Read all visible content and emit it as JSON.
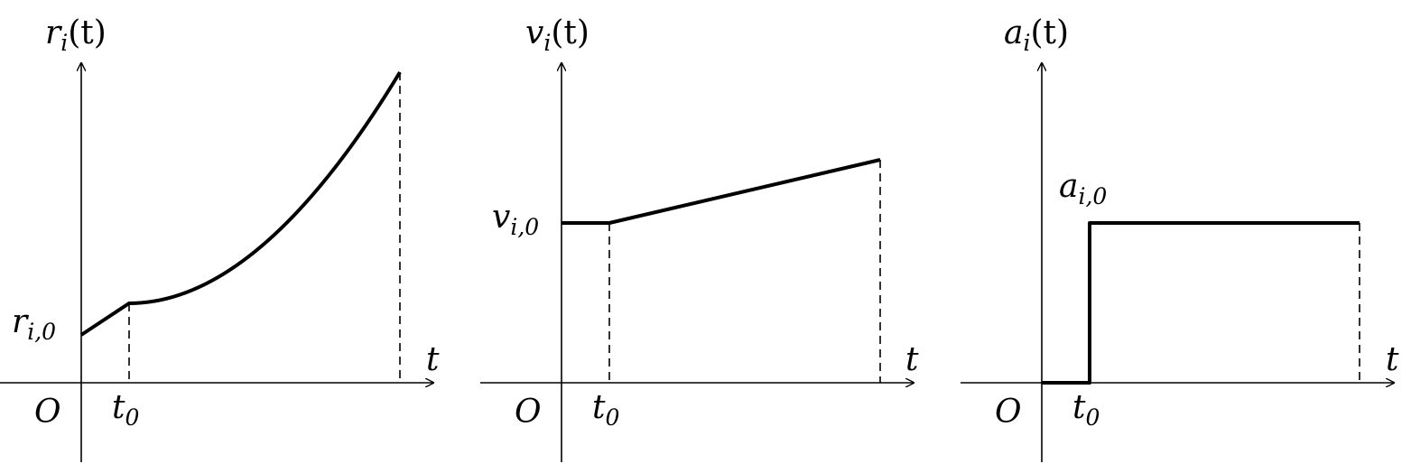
{
  "panels": [
    {
      "id": "position",
      "y_axis_label": {
        "fn": "r",
        "sub": "i",
        "arg": "(t)"
      },
      "x_axis_label": "t",
      "origin_label": "O",
      "tick_label": {
        "base": "t",
        "sub": "0"
      },
      "value_label": {
        "base": "r",
        "sub": "i,0"
      }
    },
    {
      "id": "velocity",
      "y_axis_label": {
        "fn": "v",
        "sub": "i",
        "arg": "(t)"
      },
      "x_axis_label": "t",
      "origin_label": "O",
      "tick_label": {
        "base": "t",
        "sub": "0"
      },
      "value_label": {
        "base": "v",
        "sub": "i,0"
      }
    },
    {
      "id": "acceleration",
      "y_axis_label": {
        "fn": "a",
        "sub": "i",
        "arg": "(t)"
      },
      "x_axis_label": "t",
      "origin_label": "O",
      "tick_label": {
        "base": "t",
        "sub": "0"
      },
      "value_label": {
        "base": "a",
        "sub": "i,0"
      }
    }
  ]
}
